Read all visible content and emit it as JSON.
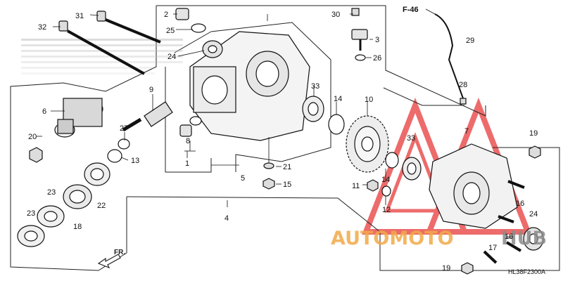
{
  "diagram": {
    "reference": "F-46",
    "drawing_code": "HL38F2300A",
    "front_label": "FR.",
    "watermark": {
      "text_a": "AUTOMOTO",
      "text_b": "HUB",
      "color_a": "#f1a948",
      "color_b": "#8a8a8a",
      "triangle_color": "#e83a3a"
    },
    "callouts": [
      "1",
      "2",
      "3",
      "4",
      "5",
      "6",
      "7",
      "8",
      "9",
      "10",
      "11",
      "12",
      "13",
      "14",
      "14",
      "15",
      "16",
      "16",
      "17",
      "18",
      "19",
      "19",
      "20",
      "21",
      "22",
      "23",
      "23",
      "24",
      "24",
      "25",
      "26",
      "27",
      "28",
      "29",
      "30",
      "31",
      "32",
      "33",
      "33"
    ]
  }
}
